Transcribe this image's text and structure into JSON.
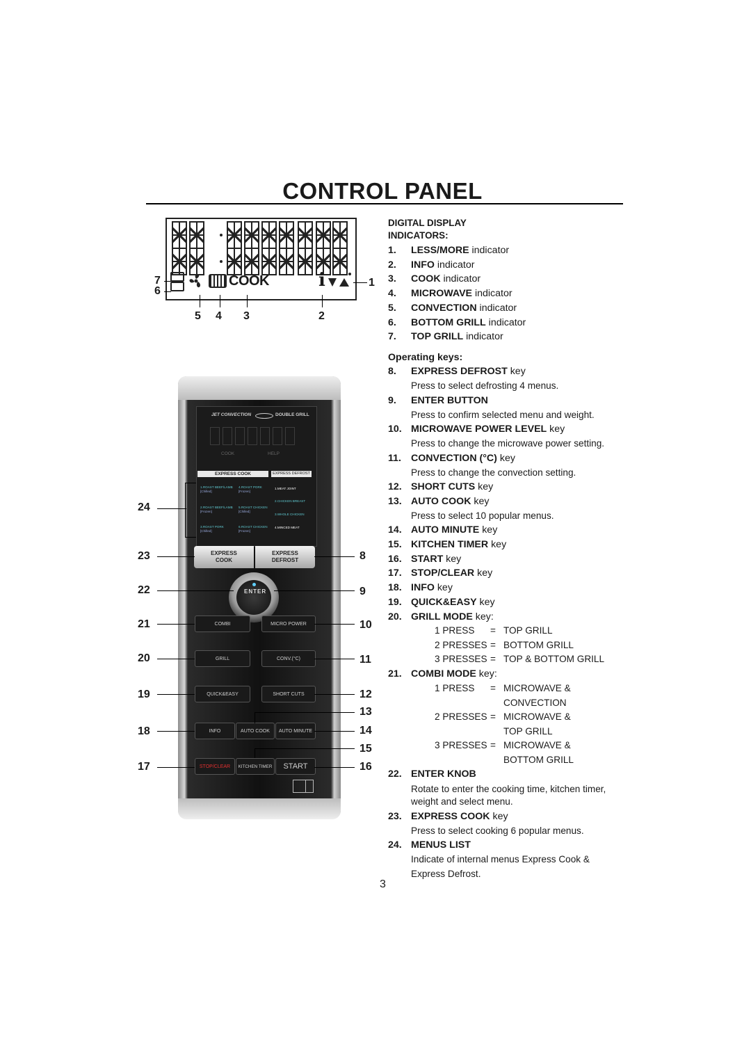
{
  "page": {
    "title": "CONTROL PANEL",
    "page_number": "3"
  },
  "display": {
    "cook_label": "COOK",
    "callouts": {
      "top_grill": "7",
      "bottom_grill": "6",
      "less_more": "1",
      "convection": "5",
      "microwave": "4",
      "cook": "3",
      "info": "2"
    }
  },
  "panel": {
    "brand_left": "JET CONVECTION",
    "brand_right": "DOUBLE GRILL",
    "lcd_cook": "COOK",
    "lcd_help": "HELP",
    "express_cook_header": "EXPRESS COOK",
    "express_defrost_header": "EXPRESS DEFROST",
    "menus": [
      {
        "name": "1.ROAST BEEF/LAMB",
        "state": "[Chilled]"
      },
      {
        "name": "4.ROAST PORK",
        "state": "[Frozen]"
      },
      {
        "name": "2.ROAST BEEF/LAMB",
        "state": "[Frozen]"
      },
      {
        "name": "5.ROAST CHICKEN",
        "state": "[Chilled]"
      },
      {
        "name": "3.ROAST PORK",
        "state": "[Chilled]"
      },
      {
        "name": "6.ROAST CHICKEN",
        "state": "[Frozen]"
      }
    ],
    "defrost_menus": [
      "1.MEAT JOINT",
      "2.CHICKEN BREAST",
      "3.WHOLE CHICKEN",
      "4.MINCED MEAT"
    ],
    "keys": {
      "express_cook": "EXPRESS COOK",
      "express_defrost": "EXPRESS DEFROST",
      "enter": "ENTER",
      "combi": "COMBI",
      "micro_power": "MICRO POWER",
      "grill": "GRILL",
      "conv": "CONV.(°C)",
      "quick_easy": "QUICK&EASY",
      "short_cuts": "SHORT CUTS",
      "info": "INFO",
      "auto_cook": "AUTO COOK",
      "auto_minute": "AUTO MINUTE",
      "stop_clear": "STOP/CLEAR",
      "kitchen_timer": "KITCHEN TIMER",
      "start": "START"
    },
    "callouts_left": [
      "24",
      "23",
      "22",
      "21",
      "20",
      "19",
      "18",
      "17"
    ],
    "callouts_right": [
      "8",
      "9",
      "10",
      "11",
      "12",
      "13",
      "14",
      "15",
      "16"
    ]
  },
  "text": {
    "display_heading_1": "DIGITAL DISPLAY",
    "display_heading_2": "INDICATORS:",
    "indicators": [
      {
        "n": "1.",
        "name": "LESS/MORE",
        "suffix": " indicator"
      },
      {
        "n": "2.",
        "name": "INFO",
        "suffix": " indicator"
      },
      {
        "n": "3.",
        "name": "COOK",
        "suffix": " indicator"
      },
      {
        "n": "4.",
        "name": "MICROWAVE",
        "suffix": " indicator"
      },
      {
        "n": "5.",
        "name": "CONVECTION",
        "suffix": " indicator"
      },
      {
        "n": "6.",
        "name": "BOTTOM GRILL",
        "suffix": " indicator"
      },
      {
        "n": "7.",
        "name": "TOP GRILL",
        "suffix": " indicator"
      }
    ],
    "operating_heading": "Operating keys:",
    "k8": {
      "n": "8.",
      "name": "EXPRESS DEFROST",
      "suffix": "  key",
      "desc": "Press to select defrosting 4 menus."
    },
    "k9": {
      "n": "9.",
      "name": "ENTER BUTTON",
      "desc": "Press to confirm selected menu and weight."
    },
    "k10": {
      "n": "10.",
      "name": "MICROWAVE POWER LEVEL",
      "suffix": " key",
      "desc": "Press to change the microwave power setting."
    },
    "k11": {
      "n": "11.",
      "name": "CONVECTION (°C)",
      "suffix": " key",
      "desc": "Press to change the convection setting."
    },
    "k12": {
      "n": "12.",
      "name": "SHORT CUTS",
      "suffix": " key"
    },
    "k13": {
      "n": "13.",
      "name": "AUTO COOK",
      "suffix": "  key",
      "desc": "Press to select 10 popular menus."
    },
    "k14": {
      "n": "14.",
      "name": "AUTO MINUTE",
      "suffix": "  key"
    },
    "k15": {
      "n": "15.",
      "name": "KITCHEN TIMER",
      "suffix": " key"
    },
    "k16": {
      "n": "16.",
      "name": "START",
      "suffix": " key"
    },
    "k17": {
      "n": "17.",
      "name": "STOP/CLEAR",
      "suffix": " key"
    },
    "k18": {
      "n": "18.",
      "name": "INFO",
      "suffix": " key"
    },
    "k19": {
      "n": "19.",
      "name": "QUICK&EASY",
      "suffix": " key"
    },
    "k20": {
      "n": "20.",
      "name": "GRILL MODE",
      "suffix": " key:"
    },
    "grill_modes": [
      {
        "press": "1 PRESS",
        "eq": "=",
        "result": "TOP GRILL"
      },
      {
        "press": "2 PRESSES",
        "eq": "=",
        "result": "BOTTOM GRILL"
      },
      {
        "press": "3 PRESSES",
        "eq": "=",
        "result": "TOP & BOTTOM GRILL"
      }
    ],
    "k21": {
      "n": "21.",
      "name": "COMBI MODE",
      "suffix": " key:"
    },
    "combi_modes": [
      {
        "press": "1 PRESS",
        "eq": "=",
        "result": "MICROWAVE &",
        "result2": "CONVECTION"
      },
      {
        "press": "2 PRESSES",
        "eq": "=",
        "result": "MICROWAVE &",
        "result2": "TOP GRILL"
      },
      {
        "press": "3 PRESSES",
        "eq": "=",
        "result": "MICROWAVE &",
        "result2": "BOTTOM GRILL"
      }
    ],
    "k22": {
      "n": "22.",
      "name": "ENTER KNOB",
      "desc1": "Rotate to enter the cooking time, kitchen timer,",
      "desc2": "weight and select menu."
    },
    "k23": {
      "n": "23.",
      "name": "EXPRESS COOK",
      "suffix": " key",
      "desc": "Press to select cooking 6 popular menus."
    },
    "k24": {
      "n": "24.",
      "name": "MENUS LIST",
      "desc1": "Indicate of  internal menus Express Cook &",
      "desc2": "Express Defrost."
    }
  }
}
